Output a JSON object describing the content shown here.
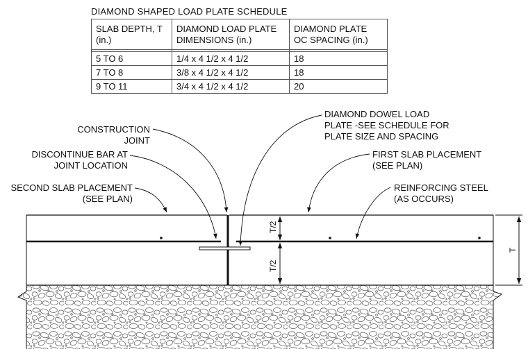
{
  "schedule": {
    "title": "DIAMOND SHAPED LOAD PLATE SCHEDULE",
    "headers": [
      "SLAB DEPTH, T\n(in.)",
      "DIAMOND LOAD PLATE\nDIMENSIONS (in.)",
      "DIAMOND PLATE\nOC SPACING (in.)"
    ],
    "rows": [
      [
        "5 TO 6",
        "1/4 x 4 1/2 x 4 1/2",
        "18"
      ],
      [
        "7 TO 8",
        "3/8 x 4 1/2 x 4 1/2",
        "18"
      ],
      [
        "9 TO 11",
        "3/4 x 4 1/2 x 4 1/2",
        "20"
      ]
    ]
  },
  "labels": {
    "construction_joint": "CONSTRUCTION\nJOINT",
    "discontinue_bar": "DISCONTINUE BAR AT\nJOINT LOCATION",
    "second_slab": "SECOND SLAB PLACEMENT\n(SEE PLAN)",
    "diamond_dowel": "DIAMOND DOWEL LOAD\nPLATE -SEE SCHEDULE FOR\nPLATE SIZE AND SPACING",
    "first_slab": "FIRST SLAB PLACEMENT\n(SEE PLAN)",
    "reinforcing": "REINFORCING STEEL\n(AS OCCURS)"
  },
  "dimensions": {
    "half_top": "T/2",
    "half_bottom": "T/2",
    "total": "T"
  }
}
